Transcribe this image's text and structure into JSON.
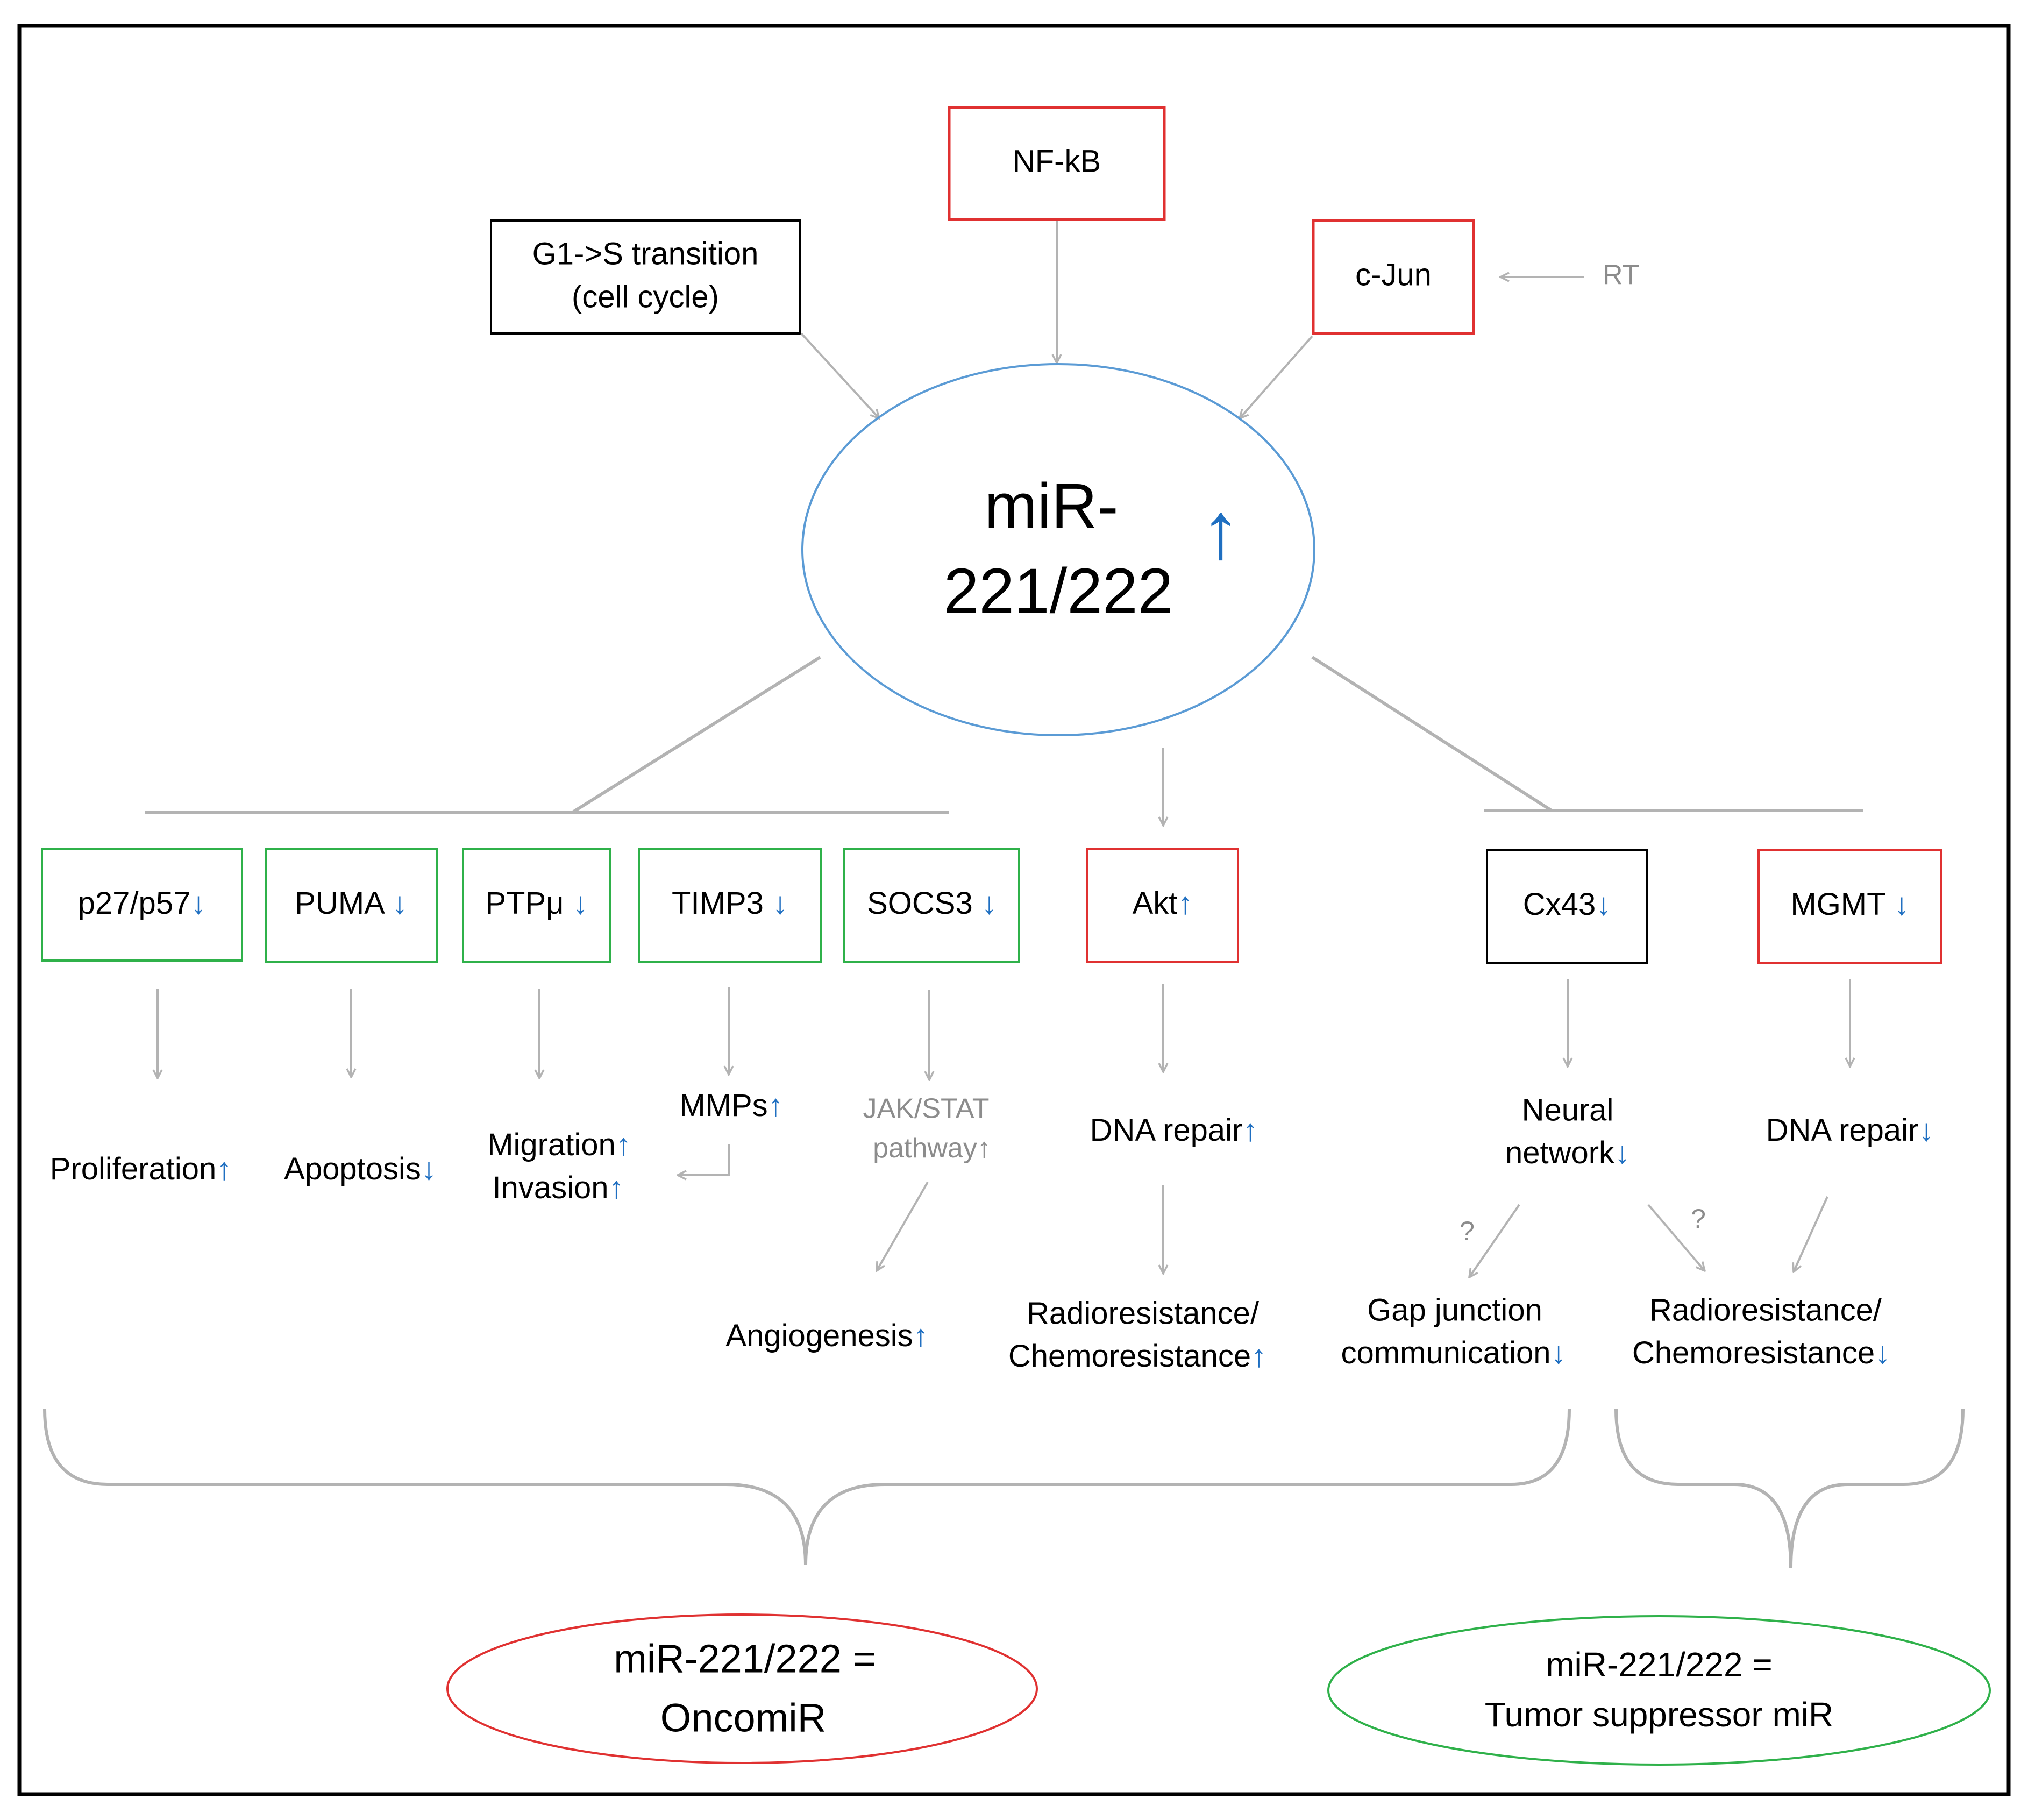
{
  "colors": {
    "frame": "#000000",
    "connector": "#b3b3b3",
    "box_red": "#e03131",
    "box_green": "#2fb14a",
    "box_black": "#000000",
    "center_ellipse": "#5b9bd5",
    "arrow_blue": "#1f6fc1",
    "muted_text": "#8c8c8c"
  },
  "glyphs": {
    "up": "↑",
    "down": "↓"
  },
  "upstream": {
    "nfkb": "NF-kB",
    "cell_cycle_line1": "G1->S transition",
    "cell_cycle_line2": "(cell cycle)",
    "cjun": "c-Jun",
    "rt": "RT"
  },
  "center": {
    "line1": "miR-",
    "line2": "221/222",
    "status": "up"
  },
  "targets": [
    {
      "label": "p27/p57",
      "status": "down",
      "border": "green"
    },
    {
      "label": "PUMA",
      "status": "down",
      "border": "green"
    },
    {
      "label": "PTPμ",
      "status": "down",
      "border": "green"
    },
    {
      "label": "TIMP3",
      "status": "down",
      "border": "green"
    },
    {
      "label": "SOCS3",
      "status": "down",
      "border": "green"
    },
    {
      "label": "Akt",
      "status": "up",
      "border": "red"
    },
    {
      "label": "Cx43",
      "status": "down",
      "border": "black"
    },
    {
      "label": "MGMT",
      "status": "down",
      "border": "red"
    }
  ],
  "effects": {
    "proliferation": "Proliferation",
    "apoptosis": "Apoptosis",
    "mmps": "MMPs",
    "migration": "Migration",
    "invasion": "Invasion",
    "jak_line1": "JAK/STAT",
    "jak_line2": "pathway",
    "angiogenesis": "Angiogenesis",
    "dna_repair_akt": "DNA repair",
    "radio_akt_line1": "Radioresistance/",
    "radio_akt_line2": "Chemoresistance",
    "neural_line1": "Neural",
    "neural_line2": "network",
    "gap_line1": "Gap junction",
    "gap_line2": "communication",
    "dna_repair_mgmt": "DNA repair",
    "radio_mgmt_line1": "Radioresistance/",
    "radio_mgmt_line2": "Chemoresistance",
    "question_mark": "?"
  },
  "conclusions": {
    "oncomir_line1": "miR-221/222 =",
    "oncomir_line2": "OncomiR",
    "suppressor_line1": "miR-221/222 =",
    "suppressor_line2": "Tumor suppressor miR"
  }
}
